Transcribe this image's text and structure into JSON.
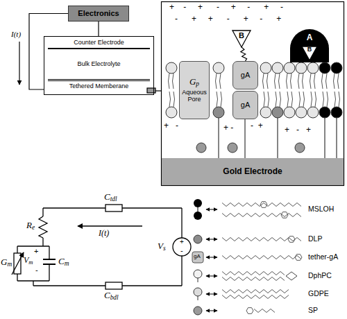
{
  "diagram": {
    "nodes": [
      {
        "text": [
          "Electronics"
        ]
      },
      {
        "text": [
          "Counter Electrode",
          "Bulk Electrolyte",
          "Tethered Memberane"
        ]
      },
      {
        "text": [
          "B"
        ]
      },
      {
        "text": [
          "A"
        ]
      },
      {
        "text": [
          "B"
        ],
        "in": 3
      },
      {
        "text": [
          "Gp",
          "Aqueous Pore"
        ]
      },
      {
        "text": [
          "gA"
        ]
      },
      {
        "text": [
          "gA"
        ]
      },
      {
        "text": [
          "Gold Electrode"
        ]
      }
    ],
    "edges": [
      {
        "from": 0,
        "to": 1,
        "arrow": "none"
      },
      {
        "from": 0,
        "to": 1,
        "arrow": "none"
      },
      {
        "from": 2,
        "to": 6,
        "arrow": "none"
      }
    ],
    "labels": [
      "I(t)",
      "+    -     +      -     +     -      +     -",
      "-      +     +      -      +     -      +",
      "+   -",
      "+ -",
      "-  +",
      "+   -   +",
      "Ctdl",
      "Re",
      "I(t)",
      "Gm",
      "+",
      "Vm",
      "-",
      "Cm",
      "Vs",
      "+",
      "-",
      "Cbdl",
      "gA"
    ],
    "legend": [
      {
        "text": "MSLOH"
      },
      {
        "text": "DLP"
      },
      {
        "text": "tether-gA"
      },
      {
        "text": "DphPC"
      },
      {
        "text": "GDPE"
      },
      {
        "text": "SP"
      }
    ]
  }
}
